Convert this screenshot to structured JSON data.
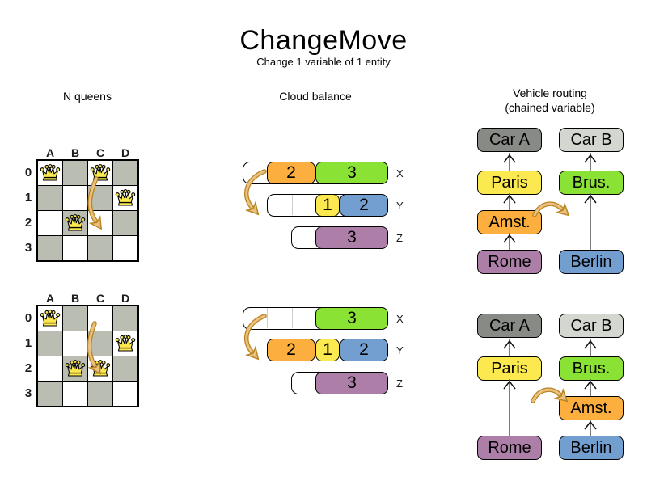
{
  "title": "ChangeMove",
  "subtitle": "Change 1 variable of 1 entity",
  "palette": {
    "board_dark_cell": "#b9bdb2",
    "queen_yellow": "#fce94f",
    "move_arrow_fill": "#eac180",
    "move_arrow_outline": "#b98524",
    "block_orange": "#fcaf3e",
    "block_green": "#8ae234",
    "block_yellow": "#fce94f",
    "block_blue": "#729fcf",
    "block_purple": "#ad7fa8",
    "car_a_gray": "#888a85",
    "car_b_gray": "#d3d7cf"
  },
  "nqueens": {
    "header": "N queens",
    "col_labels": [
      "A",
      "B",
      "C",
      "D"
    ],
    "row_labels": [
      "0",
      "1",
      "2",
      "3"
    ],
    "before": {
      "queens": [
        "A0",
        "C0",
        "D1",
        "B2"
      ]
    },
    "after": {
      "queens": [
        "A0",
        "D1",
        "B2",
        "C2"
      ]
    },
    "move": {
      "from": "C0",
      "to": "C2"
    }
  },
  "cloud": {
    "header": "Cloud balance",
    "row_labels": [
      "X",
      "Y",
      "Z"
    ],
    "before": {
      "x_blocks": [
        {
          "value": "2",
          "color": "#fcaf3e"
        },
        {
          "value": "3",
          "color": "#8ae234"
        }
      ],
      "y_blocks": [
        {
          "value": "1",
          "color": "#fce94f"
        },
        {
          "value": "2",
          "color": "#729fcf"
        }
      ],
      "z_blocks": [
        {
          "value": "3",
          "color": "#ad7fa8"
        }
      ]
    },
    "after": {
      "x_blocks": [
        {
          "value": "3",
          "color": "#8ae234"
        }
      ],
      "y_blocks": [
        {
          "value": "2",
          "color": "#fcaf3e"
        },
        {
          "value": "1",
          "color": "#fce94f"
        },
        {
          "value": "2",
          "color": "#729fcf"
        }
      ],
      "z_blocks": [
        {
          "value": "3",
          "color": "#ad7fa8"
        }
      ]
    },
    "move": {
      "process": "2",
      "from": "X",
      "to": "Y"
    }
  },
  "vehicle": {
    "header_line1": "Vehicle routing",
    "header_line2": "(chained variable)",
    "before": {
      "chain_a": [
        "Car A",
        "Paris",
        "Amst.",
        "Rome"
      ],
      "chain_b": [
        "Car B",
        "Brus.",
        "Berlin"
      ]
    },
    "after": {
      "chain_a": [
        "Car A",
        "Paris",
        "Rome"
      ],
      "chain_b": [
        "Car B",
        "Brus.",
        "Amst.",
        "Berlin"
      ]
    },
    "move": {
      "city": "Amst.",
      "from_chain": "Car A",
      "to_chain": "Car B"
    }
  }
}
